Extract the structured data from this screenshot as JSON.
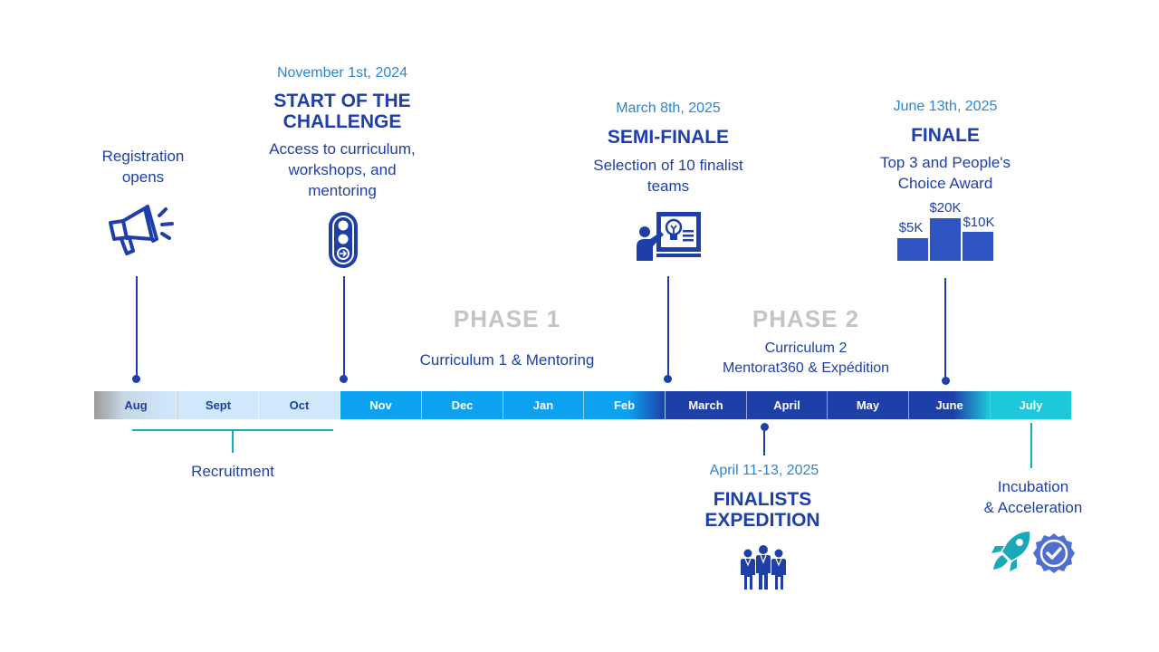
{
  "months": [
    "Aug",
    "Sept",
    "Oct",
    "Nov",
    "Dec",
    "Jan",
    "Feb",
    "March",
    "April",
    "May",
    "June",
    "July"
  ],
  "colors": {
    "navy": "#1e3fa8",
    "light_blue": "#2a86d4",
    "bright_blue": "#0ea1f0",
    "pale_blue": "#cfe9fb",
    "cyan": "#1ec8dc",
    "phase_grey": "#c4c4c4",
    "teal_line": "#1aa9b8"
  },
  "registration": {
    "label": "Registration\nopens"
  },
  "start": {
    "date": "November 1st, 2024",
    "title": "START OF THE\nCHALLENGE",
    "desc": "Access to curriculum,\nworkshops, and\nmentoring"
  },
  "semi": {
    "date": "March 8th, 2025",
    "title": "SEMI-FINALE",
    "desc": "Selection of 10 finalist\nteams"
  },
  "finale": {
    "date": "June 13th, 2025",
    "title": "FINALE",
    "desc": "Top 3 and People's\nChoice Award",
    "prizes": [
      {
        "label": "$5K",
        "rank": "third"
      },
      {
        "label": "$20K",
        "rank": "first"
      },
      {
        "label": "$10K",
        "rank": "second"
      }
    ]
  },
  "phase1": {
    "label": "PHASE 1",
    "desc": "Curriculum 1  & Mentoring"
  },
  "phase2": {
    "label": "PHASE 2",
    "desc": "Curriculum 2\nMentorat360  &  Expédition"
  },
  "recruitment": {
    "label": "Recruitment"
  },
  "expedition": {
    "date": "April 11-13, 2025",
    "title": "FINALISTS\nEXPEDITION"
  },
  "incubation": {
    "label": "Incubation\n& Acceleration"
  },
  "icons": [
    "megaphone-icon",
    "traffic-light-icon",
    "presentation-icon",
    "podium-icon",
    "team-icon",
    "rocket-icon",
    "verified-badge-icon"
  ]
}
